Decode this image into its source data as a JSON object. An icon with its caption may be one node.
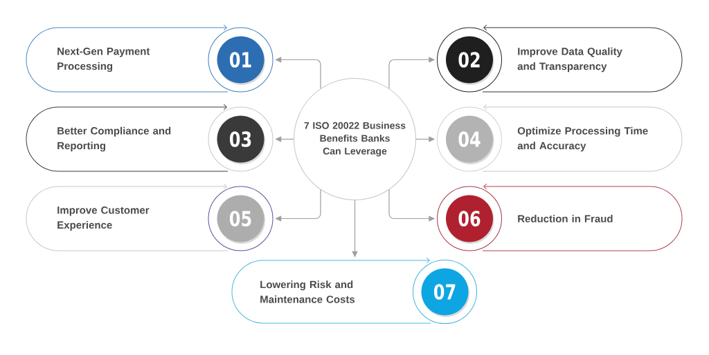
{
  "diagram": {
    "nodes": [
      {
        "text": [
          "7 ISO 20022 Business Benefits Banks Can Leverage"
        ]
      },
      {
        "text": [
          "Next-Gen Payment Processing"
        ]
      },
      {
        "text": [
          "01"
        ]
      },
      {
        "text": [
          "02"
        ]
      },
      {
        "text": [
          "Improve Data Quality and Transparency"
        ]
      },
      {
        "text": [
          "Better Compliance and Reporting"
        ]
      },
      {
        "text": [
          "03"
        ]
      },
      {
        "text": [
          "04"
        ]
      },
      {
        "text": [
          "Optimize Processing Time and Accuracy"
        ]
      },
      {
        "text": [
          "Improve Customer Experience"
        ]
      },
      {
        "text": [
          "05"
        ]
      },
      {
        "text": [
          "06"
        ]
      },
      {
        "text": [
          "Reduction in Fraud"
        ]
      },
      {
        "text": [
          "Lowering Risk and Maintenance Costs"
        ]
      },
      {
        "text": [
          "07"
        ]
      }
    ],
    "edges": [
      {
        "from": 0,
        "to": 2,
        "arrow": "to"
      },
      {
        "from": 0,
        "to": 3,
        "arrow": "to"
      },
      {
        "from": 0,
        "to": 6,
        "arrow": "to"
      },
      {
        "from": 0,
        "to": 7,
        "arrow": "to"
      },
      {
        "from": 0,
        "to": 10,
        "arrow": "to"
      },
      {
        "from": 0,
        "to": 11,
        "arrow": "to"
      },
      {
        "from": 0,
        "to": 13,
        "arrow": "to"
      }
    ]
  }
}
